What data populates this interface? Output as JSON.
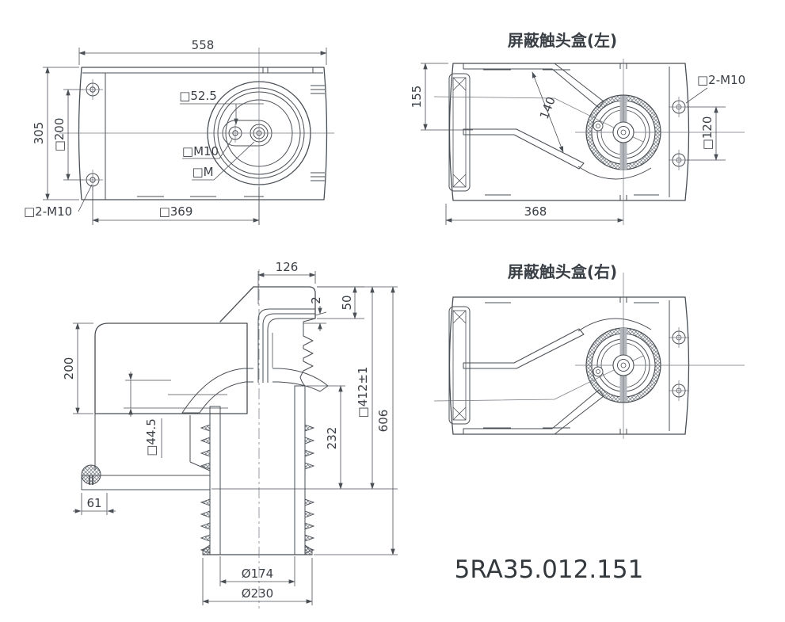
{
  "colors": {
    "line": "#4a4f55",
    "text": "#3a3f45",
    "hatch": "#5a6067",
    "bar_gray": "#b4b8bc",
    "background": "#ffffff"
  },
  "part_number": "5RA35.012.151",
  "views": {
    "plan": {
      "dims": {
        "top_width": "558",
        "left_height": "305",
        "hole_pitch": "□200",
        "bottom_width": "□369",
        "center_offset": "□52.5",
        "thread_small": "□M10",
        "thread_center": "□M",
        "mount_holes": "□2-M10"
      }
    },
    "box_left": {
      "title": "屏蔽触头盒(左)",
      "dims": {
        "opening_height": "155",
        "duct_width": "140",
        "hole_pitch": "□120",
        "body_depth": "368",
        "mount_holes": "□2-M10"
      }
    },
    "box_right": {
      "title": "屏蔽触头盒(右)"
    },
    "section": {
      "dims": {
        "arm_length": "126",
        "plate_gap": "2",
        "head_height": "50",
        "housing_height": "200",
        "collar_height": "□44.5",
        "flange_width": "61",
        "upper_tube_height": "232",
        "flange_height": "□412±1",
        "total_height": "606",
        "inner_diameter": "Ø174",
        "outer_diameter": "Ø230"
      }
    }
  }
}
